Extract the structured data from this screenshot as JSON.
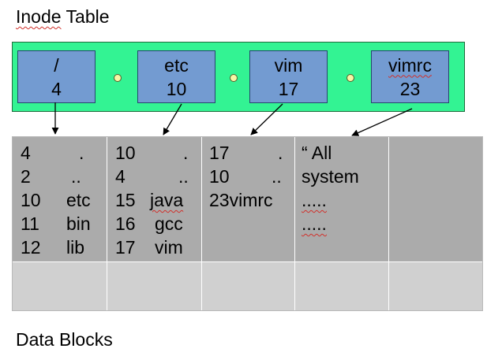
{
  "labels": {
    "title_word": "Inode",
    "title_rest": " Table",
    "footer": "Data Blocks"
  },
  "inodes": [
    {
      "name": "/",
      "number": "4"
    },
    {
      "name": "etc",
      "number": "10"
    },
    {
      "name": "vim",
      "number": "17"
    },
    {
      "name": "vimrc",
      "number": "23"
    }
  ],
  "blocks": [
    {
      "entries": [
        {
          "num": "4",
          "name": "."
        },
        {
          "num": "2",
          "name": ".."
        },
        {
          "num": "10",
          "name": "etc"
        },
        {
          "num": "11",
          "name": "bin"
        },
        {
          "num": "12",
          "name": "lib"
        }
      ]
    },
    {
      "entries": [
        {
          "num": "10",
          "name": "."
        },
        {
          "num": "4",
          "name": ".."
        },
        {
          "num": "15",
          "name": "java"
        },
        {
          "num": "16",
          "name": "gcc"
        },
        {
          "num": "17",
          "name": "vim"
        }
      ]
    },
    {
      "entries": [
        {
          "num": "17",
          "name": "."
        },
        {
          "num": "10",
          "name": ".."
        },
        {
          "num": "23vimrc",
          "name": ""
        }
      ]
    },
    {
      "content": [
        "“ All",
        "system",
        ".....",
        "....."
      ]
    },
    {
      "content": []
    }
  ],
  "colors": {
    "inode_panel": "#33f393",
    "inode_box": "#739bd1",
    "connector_dot": "#f7f7a6",
    "block_filled": "#ababab",
    "block_empty": "#d0d0d0",
    "spellcheck_underline": "#d0302b"
  }
}
